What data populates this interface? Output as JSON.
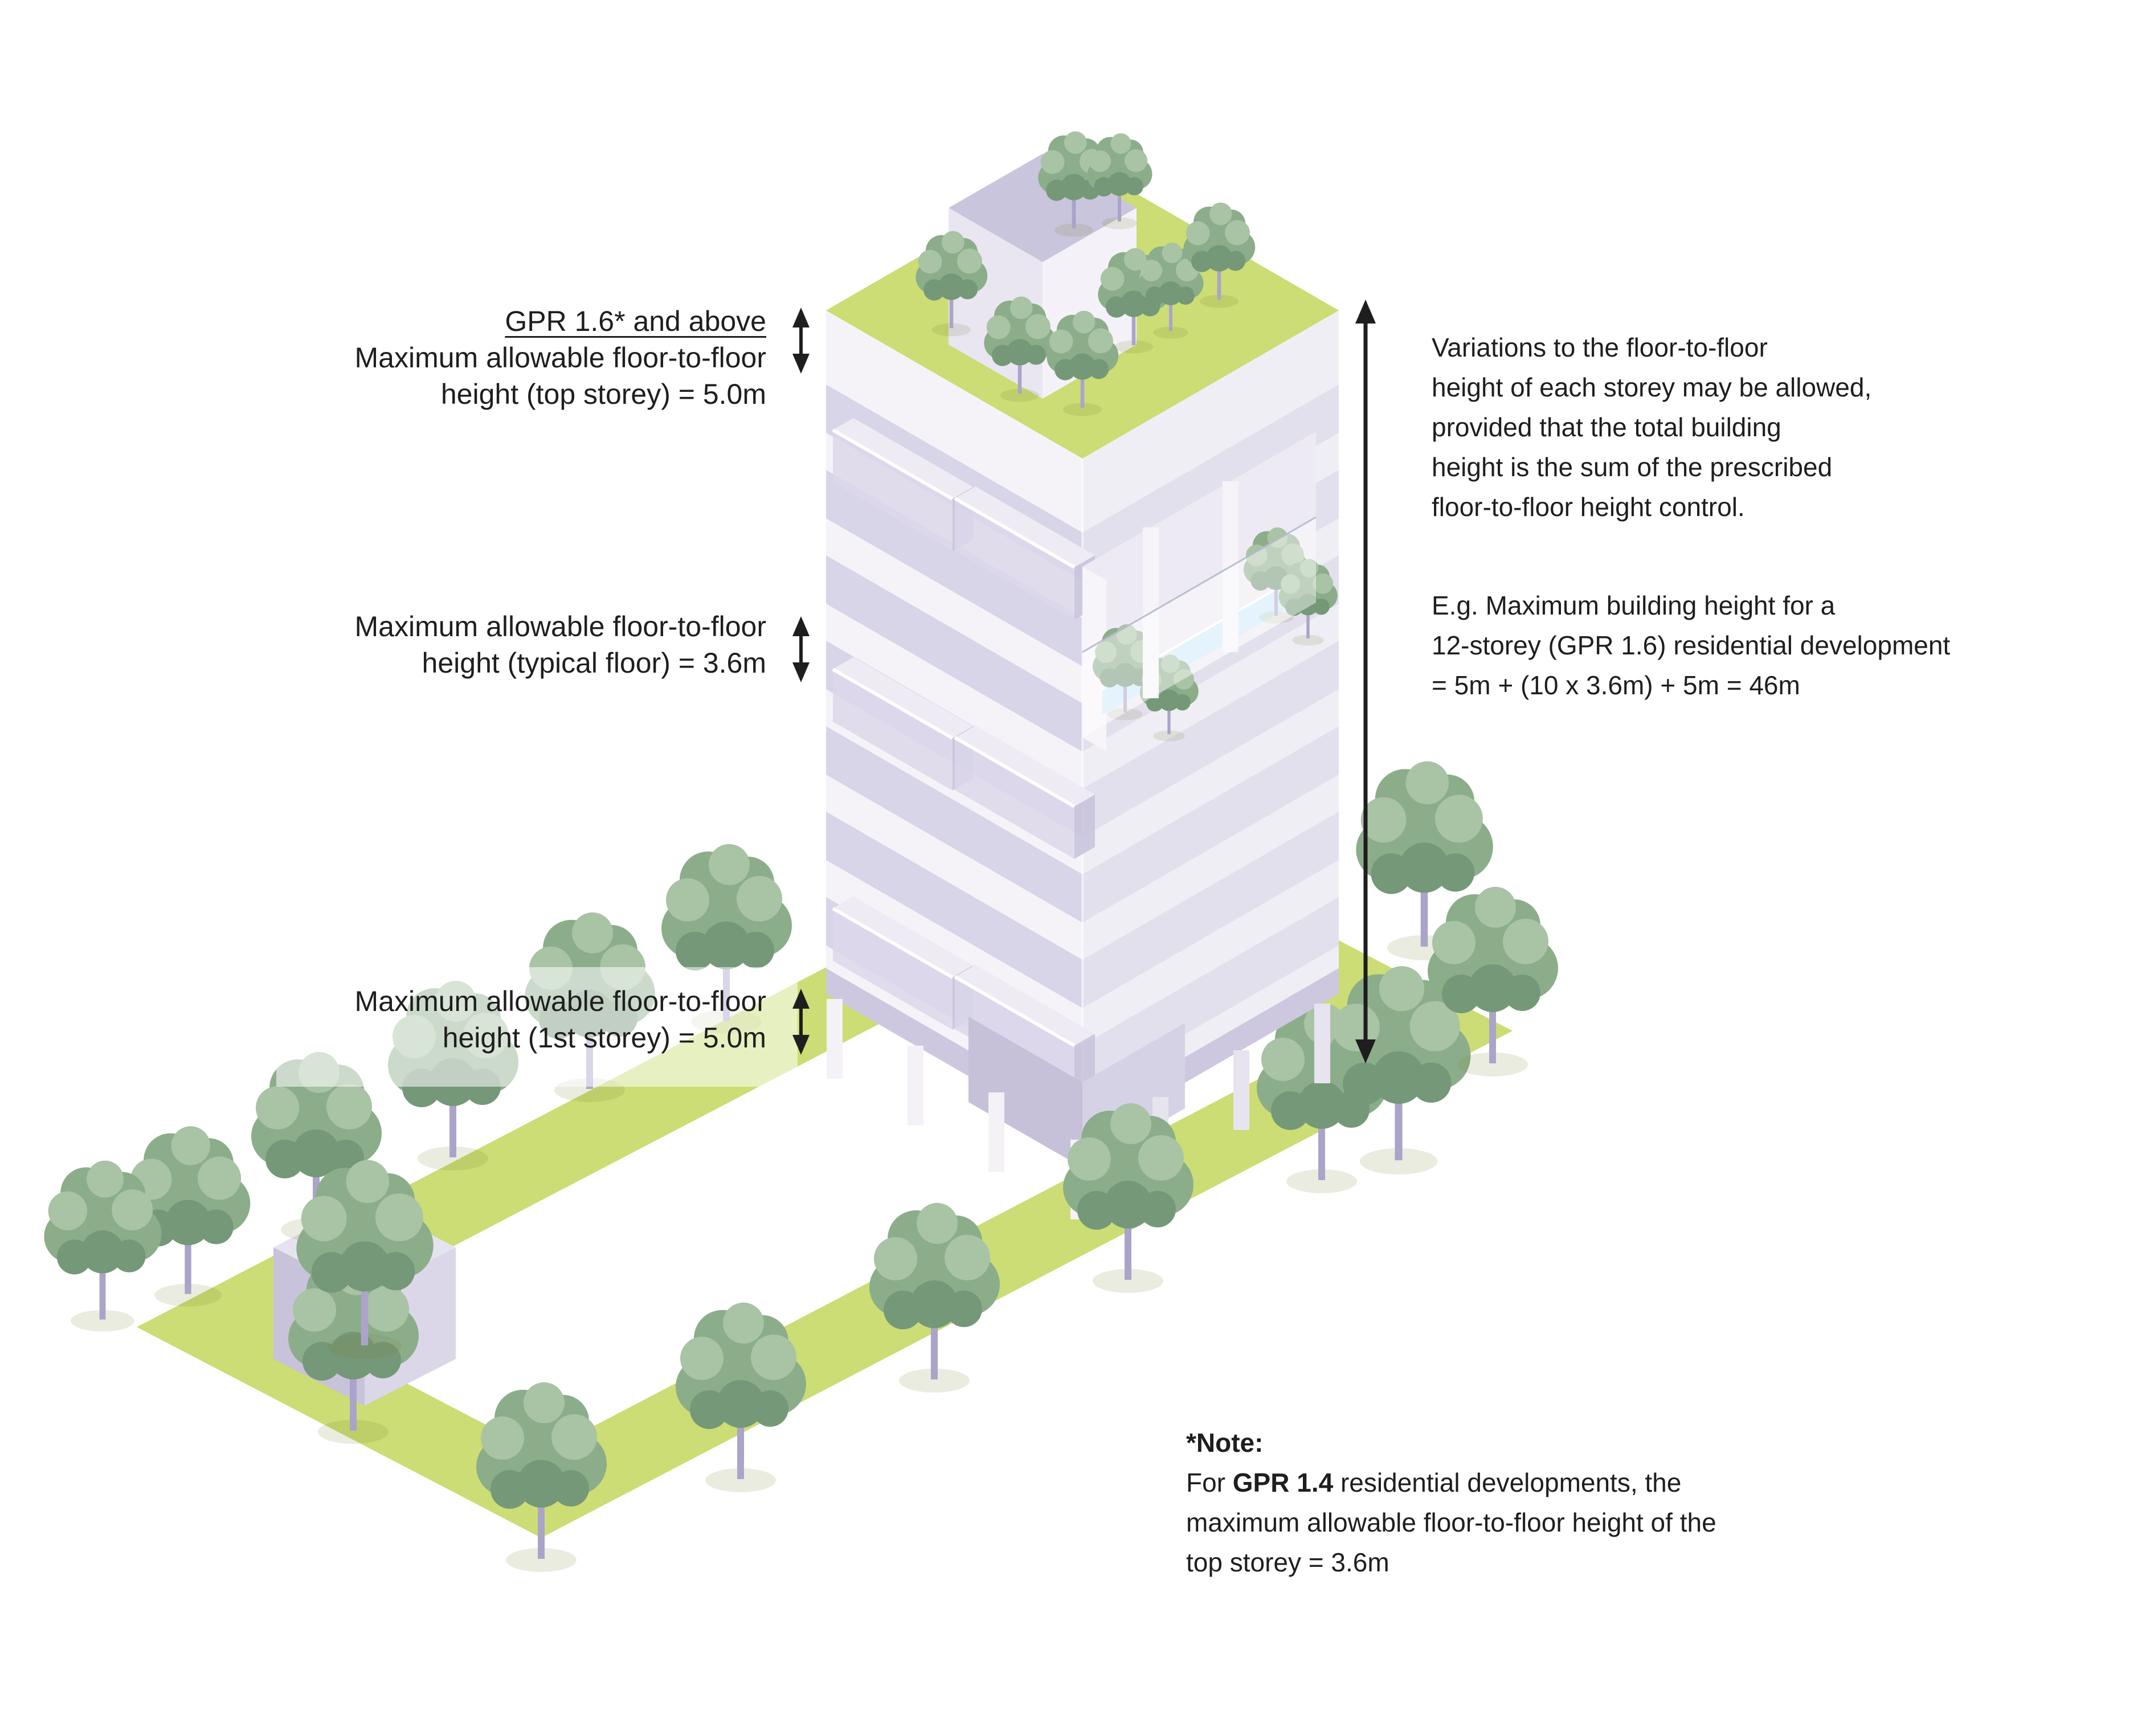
{
  "labels": {
    "top_storey": {
      "heading": "GPR 1.6* and above",
      "line1": "Maximum allowable floor-to-floor",
      "line2": "height (top storey) = 5.0m"
    },
    "typical_floor": {
      "line1": "Maximum allowable floor-to-floor",
      "line2": "height (typical floor) = 3.6m"
    },
    "first_storey": {
      "line1": "Maximum allowable floor-to-floor",
      "line2": "height (1st storey) = 5.0m"
    }
  },
  "annotations": {
    "variations": [
      "Variations to the floor-to-floor",
      "height of each storey may be allowed,",
      "provided that the total building",
      "height is the sum of the prescribed",
      "floor-to-floor height control."
    ],
    "example": [
      "E.g. Maximum building height for a",
      "12-storey (GPR 1.6) residential development",
      "= 5m + (10 x 3.6m) + 5m = 46m"
    ]
  },
  "note": {
    "title": "*Note:",
    "line1_pre": "For ",
    "line1_bold": "GPR 1.4",
    "line1_post": " residential developments, the",
    "line2": "maximum allowable floor-to-floor height of the",
    "line3": "top storey = 3.6m"
  },
  "colors": {
    "path_green": "#cbdd74",
    "roof_green": "#cbdd74",
    "tree_green": "#8cad8a",
    "tree_green_dark": "#759878",
    "tree_green_light": "#a9c3a5",
    "trunk_lilac": "#aba4c9",
    "facade_white": "#f5f3f8",
    "facade_lavender": "#d9d5e8",
    "penthouse_lavender": "#c9c5dc",
    "pool_blue": "#cfe9fa",
    "text_black": "#1e1e1e"
  }
}
